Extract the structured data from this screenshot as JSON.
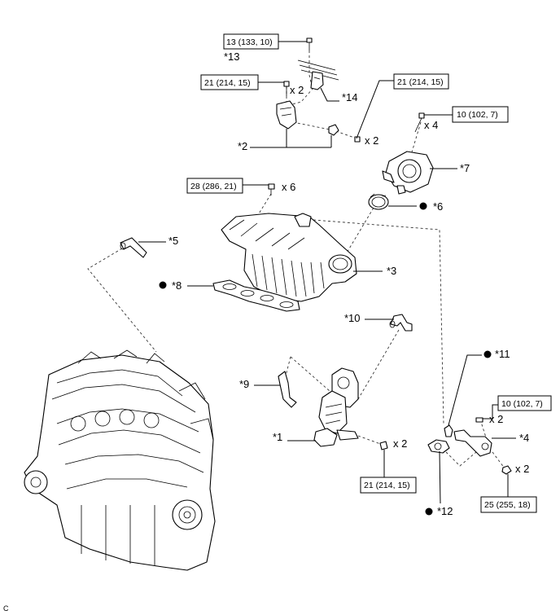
{
  "torque_specs": [
    {
      "id": "t13",
      "text": "13 (133, 10)"
    },
    {
      "id": "t21a",
      "text": "21 (214, 15)"
    },
    {
      "id": "t21b",
      "text": "21 (214, 15)"
    },
    {
      "id": "t10a",
      "text": "10 (102, 7)"
    },
    {
      "id": "t28",
      "text": "28 (286, 21)"
    },
    {
      "id": "t10b",
      "text": "10 (102, 7)"
    },
    {
      "id": "t21c",
      "text": "21 (214, 15)"
    },
    {
      "id": "t25",
      "text": "25 (255, 18)"
    }
  ],
  "callouts": {
    "c13": "*13",
    "c14": "*14",
    "c2": "*2",
    "c7": "*7",
    "c6": "*6",
    "c5": "*5",
    "c3": "*3",
    "c8": "*8",
    "c10": "*10",
    "c11": "*11",
    "c9": "*9",
    "c4": "*4",
    "c1": "*1",
    "c12": "*12"
  },
  "quantities": {
    "q13": "x 2",
    "q2": "x 2",
    "q7": "x 4",
    "q3": "x 6",
    "q4a": "x 2",
    "q1": "x 2",
    "q4b": "x 2"
  },
  "figure_code": "C"
}
